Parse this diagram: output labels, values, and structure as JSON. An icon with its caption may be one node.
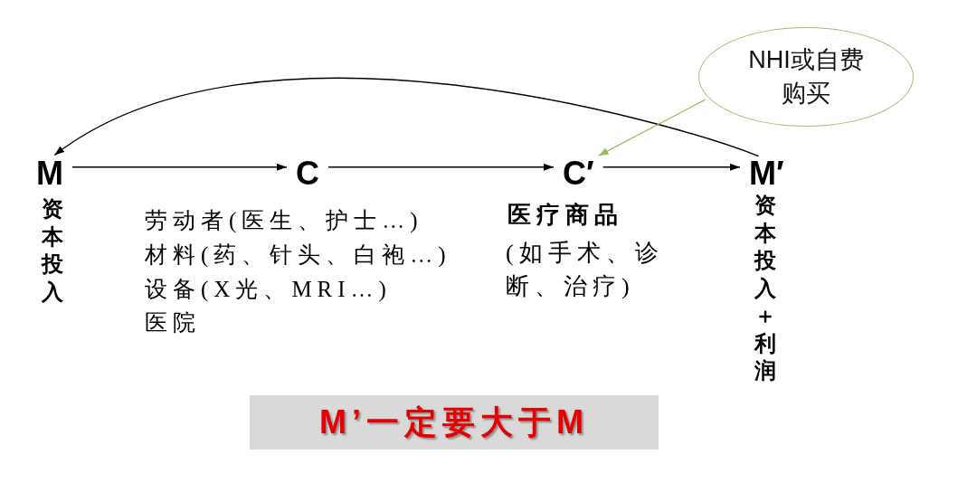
{
  "diagram": {
    "nodes": [
      {
        "text": [
          "M"
        ],
        "beside": [
          "资本投入"
        ]
      },
      {
        "text": [
          "C"
        ],
        "beside": [
          "劳动者(医生、护士…)",
          "材料(药、针头、白袍…)",
          "设备(X光、MRI…)",
          "医院"
        ]
      },
      {
        "text": [
          "C′"
        ],
        "beside": [
          "医疗商品",
          "(如手术、诊断、治疗)"
        ]
      },
      {
        "text": [
          "M′"
        ],
        "beside": [
          "资本投入＋利润"
        ]
      },
      {
        "text": [
          "NHI或自费购买"
        ]
      },
      {
        "text": [
          "M’一定要大于M"
        ]
      }
    ],
    "edges": [
      {
        "from": 0,
        "to": 1,
        "arrow": "to"
      },
      {
        "from": 1,
        "to": 2,
        "arrow": "to"
      },
      {
        "from": 2,
        "to": 3,
        "arrow": "to"
      },
      {
        "from": 3,
        "to": 0,
        "arrow": "to"
      },
      {
        "from": 4,
        "to": 2,
        "arrow": "to",
        "color": "#9bbb59"
      }
    ]
  }
}
